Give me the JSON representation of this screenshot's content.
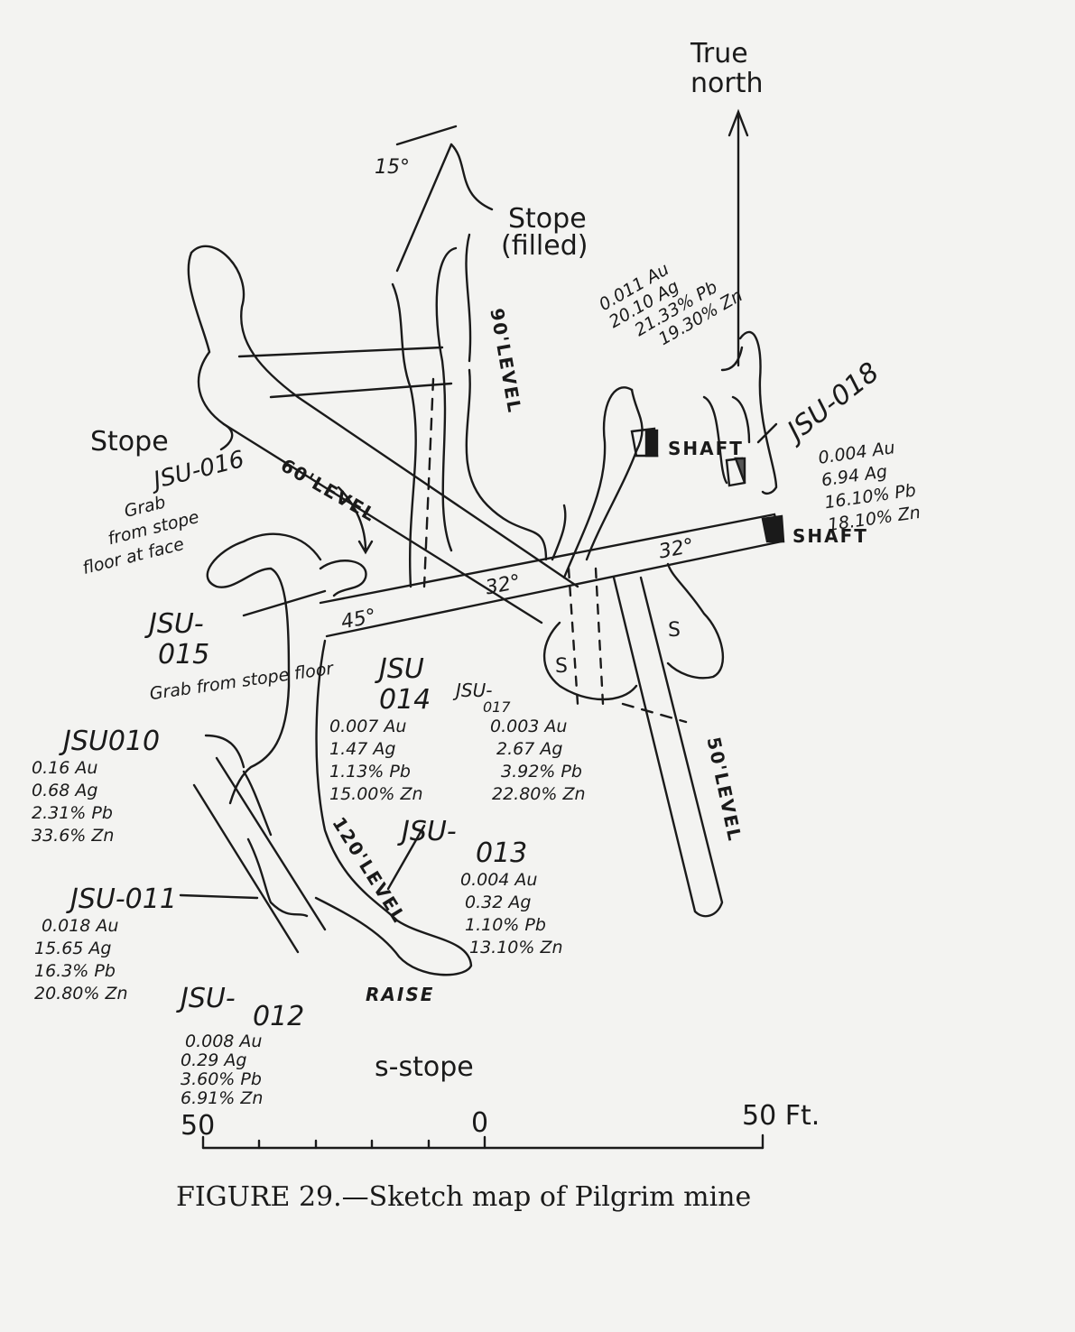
{
  "title": "Sketch map of Pilgrim mine",
  "caption": "FIGURE 29.—Sketch map of Pilgrim mine",
  "north_arrow": {
    "line1": "True",
    "line2": "north"
  },
  "labels": {
    "stope_filled_1": "Stope",
    "stope_filled_2": "(filled)",
    "stope": "Stope",
    "level_60_upper": "60'LEVEL",
    "level_90": "90'LEVEL",
    "level_120": "120'LEVEL",
    "level_50": "50'LEVEL",
    "angle_15": "15°",
    "angle_32_a": "32°",
    "angle_32_b": "32°",
    "angle_45": "45°",
    "shaft_1": "SHAFT",
    "shaft_2": "SHAFT",
    "stope_s_1": "S",
    "stope_s_2": "S",
    "raise": "RAISE",
    "legend_s": "s-stope"
  },
  "scale": {
    "left": "50",
    "center": "0",
    "right": "50 Ft."
  },
  "samples": {
    "jsu016": {
      "id": "JSU-016",
      "note1": "Grab",
      "note2": "from stope",
      "note3": "floor at face"
    },
    "jsu015": {
      "id1": "JSU-",
      "id2": "015",
      "note": "Grab from stope floor"
    },
    "jsu014": {
      "id1": "JSU",
      "id2": "014",
      "au": "0.007 Au",
      "ag": "1.47 Ag",
      "pb": "1.13% Pb",
      "zn": "15.00% Zn"
    },
    "jsu017": {
      "id1": "JSU-",
      "id2": "017",
      "au": "0.003 Au",
      "ag": "2.67 Ag",
      "pb": "3.92% Pb",
      "zn": "22.80% Zn"
    },
    "unlabeled": {
      "au": "0.011 Au",
      "ag": "20.10 Ag",
      "pb": "21.33% Pb",
      "zn": "19.30% Zn"
    },
    "jsu018": {
      "id": "JSU-018",
      "au": "0.004 Au",
      "ag": "6.94 Ag",
      "pb": "16.10% Pb",
      "zn": "18.10% Zn"
    },
    "jsu010": {
      "id": "JSU010",
      "au": "0.16 Au",
      "ag": "0.68 Ag",
      "pb": "2.31% Pb",
      "zn": "33.6% Zn"
    },
    "jsu011": {
      "id": "JSU-011",
      "au": "0.018 Au",
      "ag": "15.65 Ag",
      "pb": "16.3% Pb",
      "zn": "20.80% Zn"
    },
    "jsu012": {
      "id1": "JSU-",
      "id2": "012",
      "au": "0.008 Au",
      "ag": "0.29 Ag",
      "pb": "3.60% Pb",
      "zn": "6.91% Zn"
    },
    "jsu013": {
      "id1": "JSU-",
      "id2": "013",
      "au": "0.004 Au",
      "ag": "0.32 Ag",
      "pb": "1.10% Pb",
      "zn": "13.10% Zn"
    }
  }
}
